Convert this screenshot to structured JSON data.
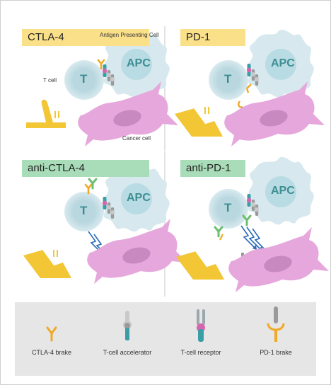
{
  "panels": {
    "ctla4": {
      "title": "CTLA-4"
    },
    "pd1": {
      "title": "PD-1"
    },
    "anti_ctla4": {
      "title": "anti-CTLA-4"
    },
    "anti_pd1": {
      "title": "anti-PD-1"
    }
  },
  "cells": {
    "apc": "APC",
    "t": "T",
    "apc_caption": "Antigen Presenting Cell",
    "t_caption": "T cell",
    "cancer_caption": "Cancer cell"
  },
  "legend": {
    "ctla4_brake": "CTLA-4 brake",
    "accelerator": "T-cell accelerator",
    "receptor": "T-cell receptor",
    "pd1_brake": "PD-1 brake"
  },
  "colors": {
    "apc": "#d7e9ee",
    "t_cell": "#cfe4ea",
    "cancer": "#e6a8dc",
    "nucleus": "#c889c0",
    "pedal": "#f2c635",
    "ctla4": "#f0a825",
    "receptor": "#3a9ea6",
    "pink_dot": "#d665b0",
    "antibody": "#6bbf6e",
    "signal": "#2a6bb8",
    "legend_bg": "#e6e6e6"
  }
}
